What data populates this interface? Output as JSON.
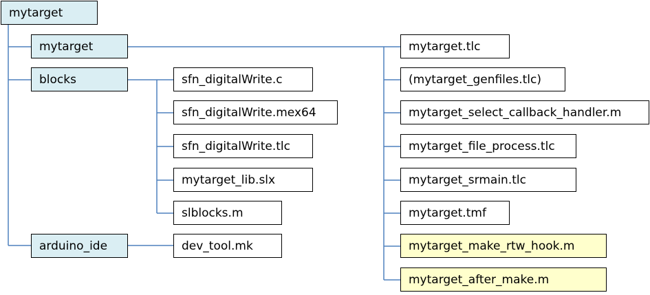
{
  "colors": {
    "folder_fill": "#daeef3",
    "file_fill": "#ffffff",
    "highlight_fill": "#ffffcc",
    "connector": "#4f81bd",
    "border": "#000000"
  },
  "root": {
    "label": "mytarget"
  },
  "folders": {
    "mytarget": {
      "label": "mytarget"
    },
    "blocks": {
      "label": "blocks"
    },
    "arduino_ide": {
      "label": "arduino_ide"
    }
  },
  "blocks_files": [
    {
      "label": "sfn_digitalWrite.c"
    },
    {
      "label": "sfn_digitalWrite.mex64"
    },
    {
      "label": "sfn_digitalWrite.tlc"
    },
    {
      "label": "mytarget_lib.slx"
    },
    {
      "label": "slblocks.m"
    }
  ],
  "arduino_files": [
    {
      "label": "dev_tool.mk"
    }
  ],
  "mytarget_files": [
    {
      "label": "mytarget.tlc",
      "highlight": false
    },
    {
      "label": "(mytarget_genfiles.tlc)",
      "highlight": false
    },
    {
      "label": "mytarget_select_callback_handler.m",
      "highlight": false
    },
    {
      "label": "mytarget_file_process.tlc",
      "highlight": false
    },
    {
      "label": "mytarget_srmain.tlc",
      "highlight": false
    },
    {
      "label": "mytarget.tmf",
      "highlight": false
    },
    {
      "label": "mytarget_make_rtw_hook.m",
      "highlight": true
    },
    {
      "label": "mytarget_after_make.m",
      "highlight": true
    }
  ]
}
